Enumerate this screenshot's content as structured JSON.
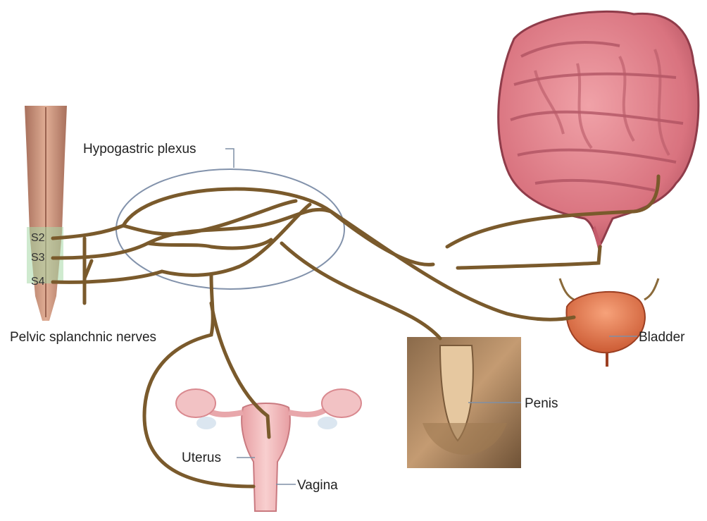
{
  "diagram": {
    "labels": {
      "hypogastric_plexus": "Hypogastric plexus",
      "pelvic_splanchnic_nerves": "Pelvic splanchnic nerves",
      "bladder": "Bladder",
      "penis": "Penis",
      "uterus": "Uterus",
      "vagina": "Vagina"
    },
    "spinal_segments": [
      "S2",
      "S3",
      "S4"
    ],
    "colors": {
      "nerve": "#7a5a2c",
      "plexus_outline": "#7e8fa6",
      "colon": "#d97a86",
      "bladder": "#e07a52",
      "uterus": "#f0b2b4",
      "spinal_cord": "#c89078",
      "segment_highlight": "#9fd3a8"
    }
  }
}
